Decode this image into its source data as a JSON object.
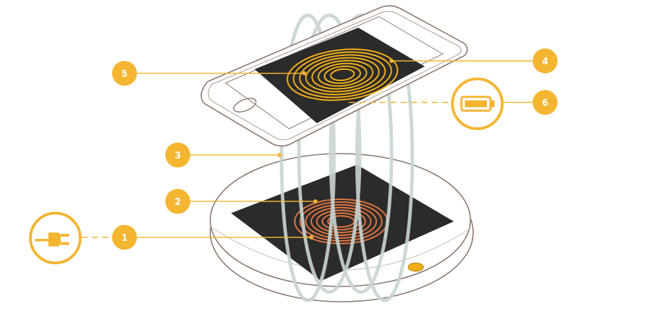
{
  "colors": {
    "accent": "#f4b531",
    "leader": "#f4b531",
    "outline": "#8a756b",
    "field": "#c9d4d1",
    "pad_surface": "#2b2b2b",
    "transmit_coil": "#e37640",
    "receive_coil": "#f5b21c",
    "indicator": "#f0ae16"
  },
  "callouts": [
    {
      "number": "1"
    },
    {
      "number": "2"
    },
    {
      "number": "3"
    },
    {
      "number": "4"
    },
    {
      "number": "5"
    },
    {
      "number": "6"
    }
  ],
  "icons": {
    "power": "plug-icon",
    "battery": "battery-icon"
  }
}
